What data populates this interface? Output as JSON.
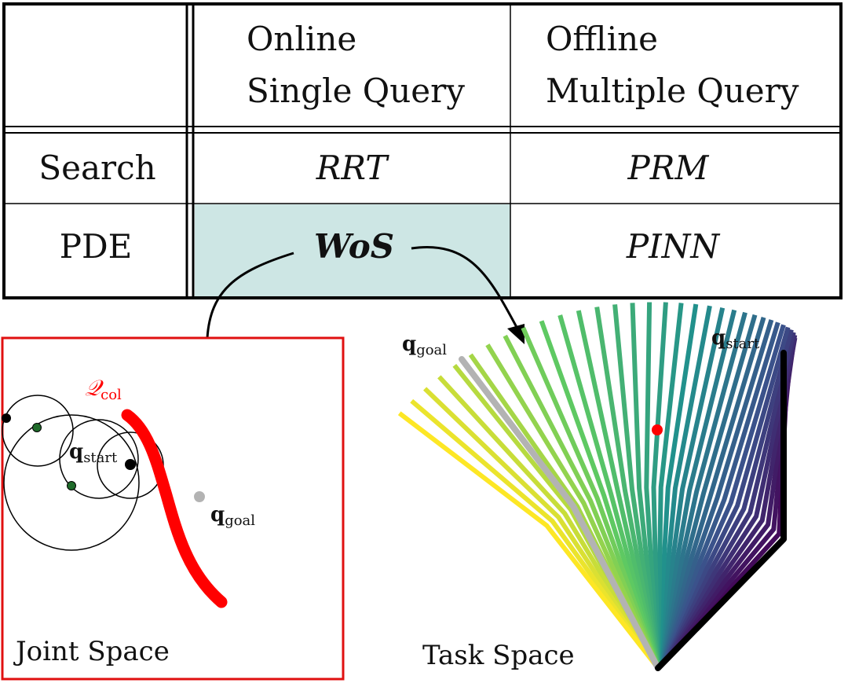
{
  "table": {
    "columns": [
      {
        "line1": "Online",
        "line2": "Single Query"
      },
      {
        "line1": "Offline",
        "line2": "Multiple Query"
      }
    ],
    "rows": [
      {
        "header": "Search",
        "cells": [
          "RRT",
          "PRM"
        ]
      },
      {
        "header": "PDE",
        "cells": [
          "WoS",
          "PINN"
        ]
      }
    ],
    "highlight_color": "#cde6e4"
  },
  "joint_space": {
    "caption": "Joint Space",
    "border_color": "#e01010",
    "obstacle_label": "𝒬",
    "obstacle_label_sub": "col",
    "obstacle_color": "#ff0000",
    "start_label": "q",
    "start_label_sub": "start",
    "goal_label": "q",
    "goal_label_sub": "goal"
  },
  "task_space": {
    "caption": "Task Space",
    "start_label": "q",
    "start_label_sub": "start",
    "goal_label": "q",
    "goal_label_sub": "goal",
    "colormap": "viridis",
    "obstacle_color": "#ff0000",
    "goal_arm_color": "#b3b3b3",
    "start_arm_color": "#000000"
  }
}
